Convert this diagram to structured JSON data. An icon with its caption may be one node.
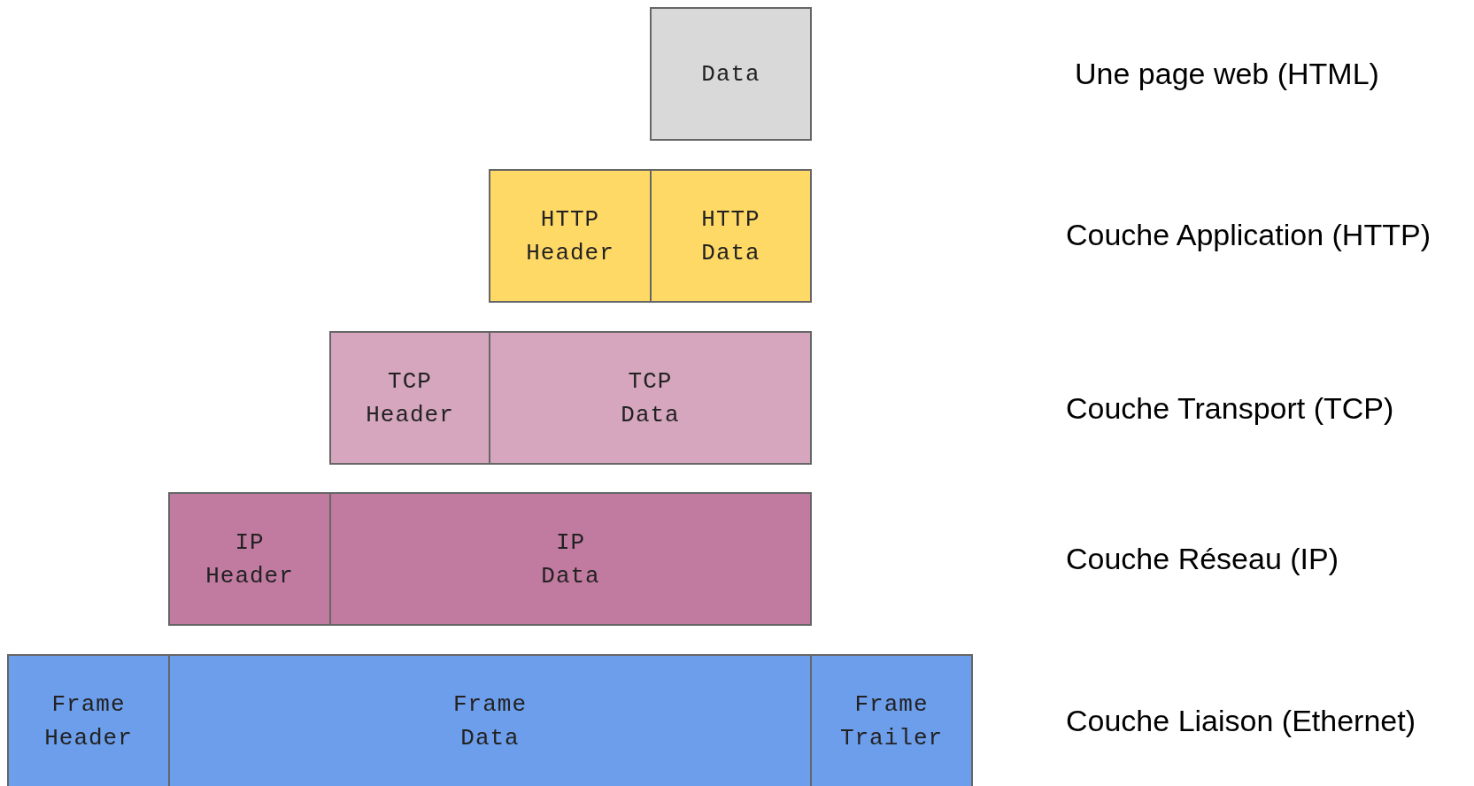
{
  "diagram": {
    "nodes": [
      {
        "text": [
          "Data"
        ]
      },
      {
        "text": [
          "HTTP Header"
        ]
      },
      {
        "text": [
          "HTTP Data"
        ]
      },
      {
        "text": [
          "TCP Header"
        ]
      },
      {
        "text": [
          "TCP Data"
        ]
      },
      {
        "text": [
          "IP Header"
        ]
      },
      {
        "text": [
          "IP Data"
        ]
      },
      {
        "text": [
          "Frame Header"
        ]
      },
      {
        "text": [
          "Frame Data"
        ]
      },
      {
        "text": [
          "Frame Trailer"
        ]
      }
    ],
    "edges": [],
    "labels": [
      "Une page web (HTML)",
      "Couche Application (HTTP)",
      "Couche Transport (TCP)",
      "Couche Réseau (IP)",
      "Couche Liaison (Ethernet)"
    ]
  }
}
